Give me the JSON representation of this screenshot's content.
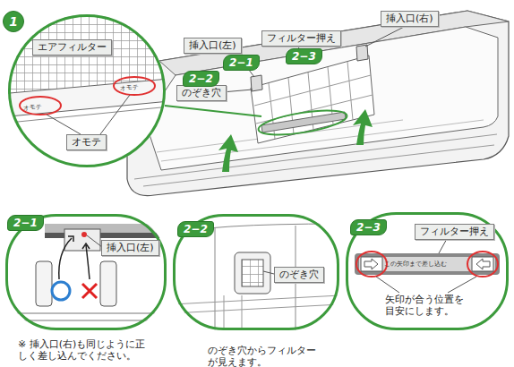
{
  "diagram": {
    "nodes": [
      {
        "text": [
          "1"
        ]
      },
      {
        "text": [
          "エアフィルター"
        ],
        "in": 0
      },
      {
        "text": [
          "オモテ"
        ],
        "in": 0
      },
      {
        "text": [
          "挿入口(左)"
        ]
      },
      {
        "text": [
          "フィルター押え"
        ]
      },
      {
        "text": [
          "挿入口(右)"
        ]
      },
      {
        "text": [
          "のぞき穴"
        ]
      },
      {
        "text": [
          "2−1"
        ]
      },
      {
        "text": [
          "挿入口(左)"
        ],
        "in": 7
      },
      {
        "text": [
          "2−2"
        ]
      },
      {
        "text": [
          "のぞき穴"
        ],
        "in": 9
      },
      {
        "text": [
          "2−3"
        ]
      },
      {
        "text": [
          "フィルター押え"
        ],
        "in": 11
      }
    ],
    "labels": [
      "2−1",
      "2−2",
      "2−3",
      "オモテ",
      "オモテ",
      "この矢印まで差し込む",
      "矢印が合う位置を目安にします。",
      "※ 挿入口(右)も同じように正しく差し込んでください。",
      "のぞき穴からフィルターが見えます。"
    ]
  }
}
